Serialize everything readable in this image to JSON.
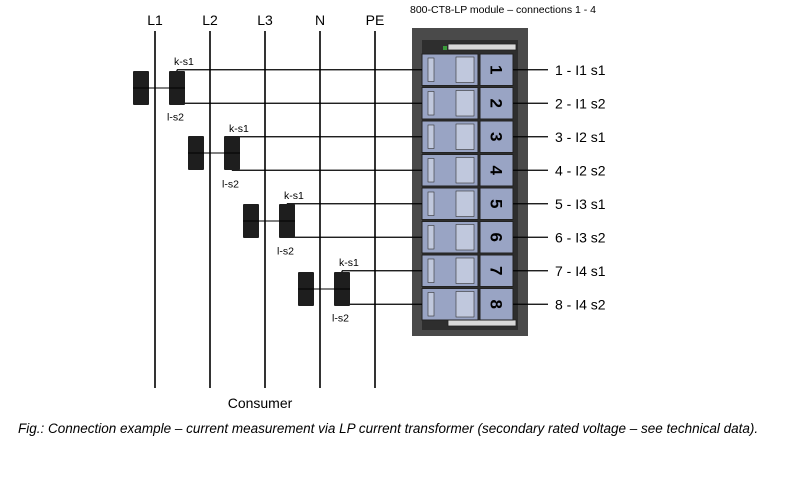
{
  "module_title": "800-CT8-LP module – connections 1 - 4",
  "bus_lines": [
    {
      "label": "L1"
    },
    {
      "label": "L2"
    },
    {
      "label": "L3"
    },
    {
      "label": "N"
    },
    {
      "label": "PE"
    }
  ],
  "transformers": [
    {
      "phase": "L1",
      "k_label": "k-s1",
      "l_label": "l-s2"
    },
    {
      "phase": "L2",
      "k_label": "k-s1",
      "l_label": "l-s2"
    },
    {
      "phase": "L3",
      "k_label": "k-s1",
      "l_label": "l-s2"
    },
    {
      "phase": "N",
      "k_label": "k-s1",
      "l_label": "l-s2"
    }
  ],
  "terminals": [
    {
      "number": "1",
      "label": "1 - I1 s1"
    },
    {
      "number": "2",
      "label": "2 - I1 s2"
    },
    {
      "number": "3",
      "label": "3 - I2 s1"
    },
    {
      "number": "4",
      "label": "4 - I2 s2"
    },
    {
      "number": "5",
      "label": "5 - I3 s1"
    },
    {
      "number": "6",
      "label": "6 - I3 s2"
    },
    {
      "number": "7",
      "label": "7 - I4 s1"
    },
    {
      "number": "8",
      "label": "8 - I4 s2"
    }
  ],
  "consumer_label": "Consumer",
  "caption": "Fig.: Connection example – current measurement via LP current transformer (secondary rated voltage – see technical data).",
  "colors": {
    "module_body": "#4a4a4a",
    "terminal_fill": "#99a4c4",
    "terminal_light": "#c0c8dd",
    "transformer": "#1e1e1e",
    "line": "#000000"
  }
}
